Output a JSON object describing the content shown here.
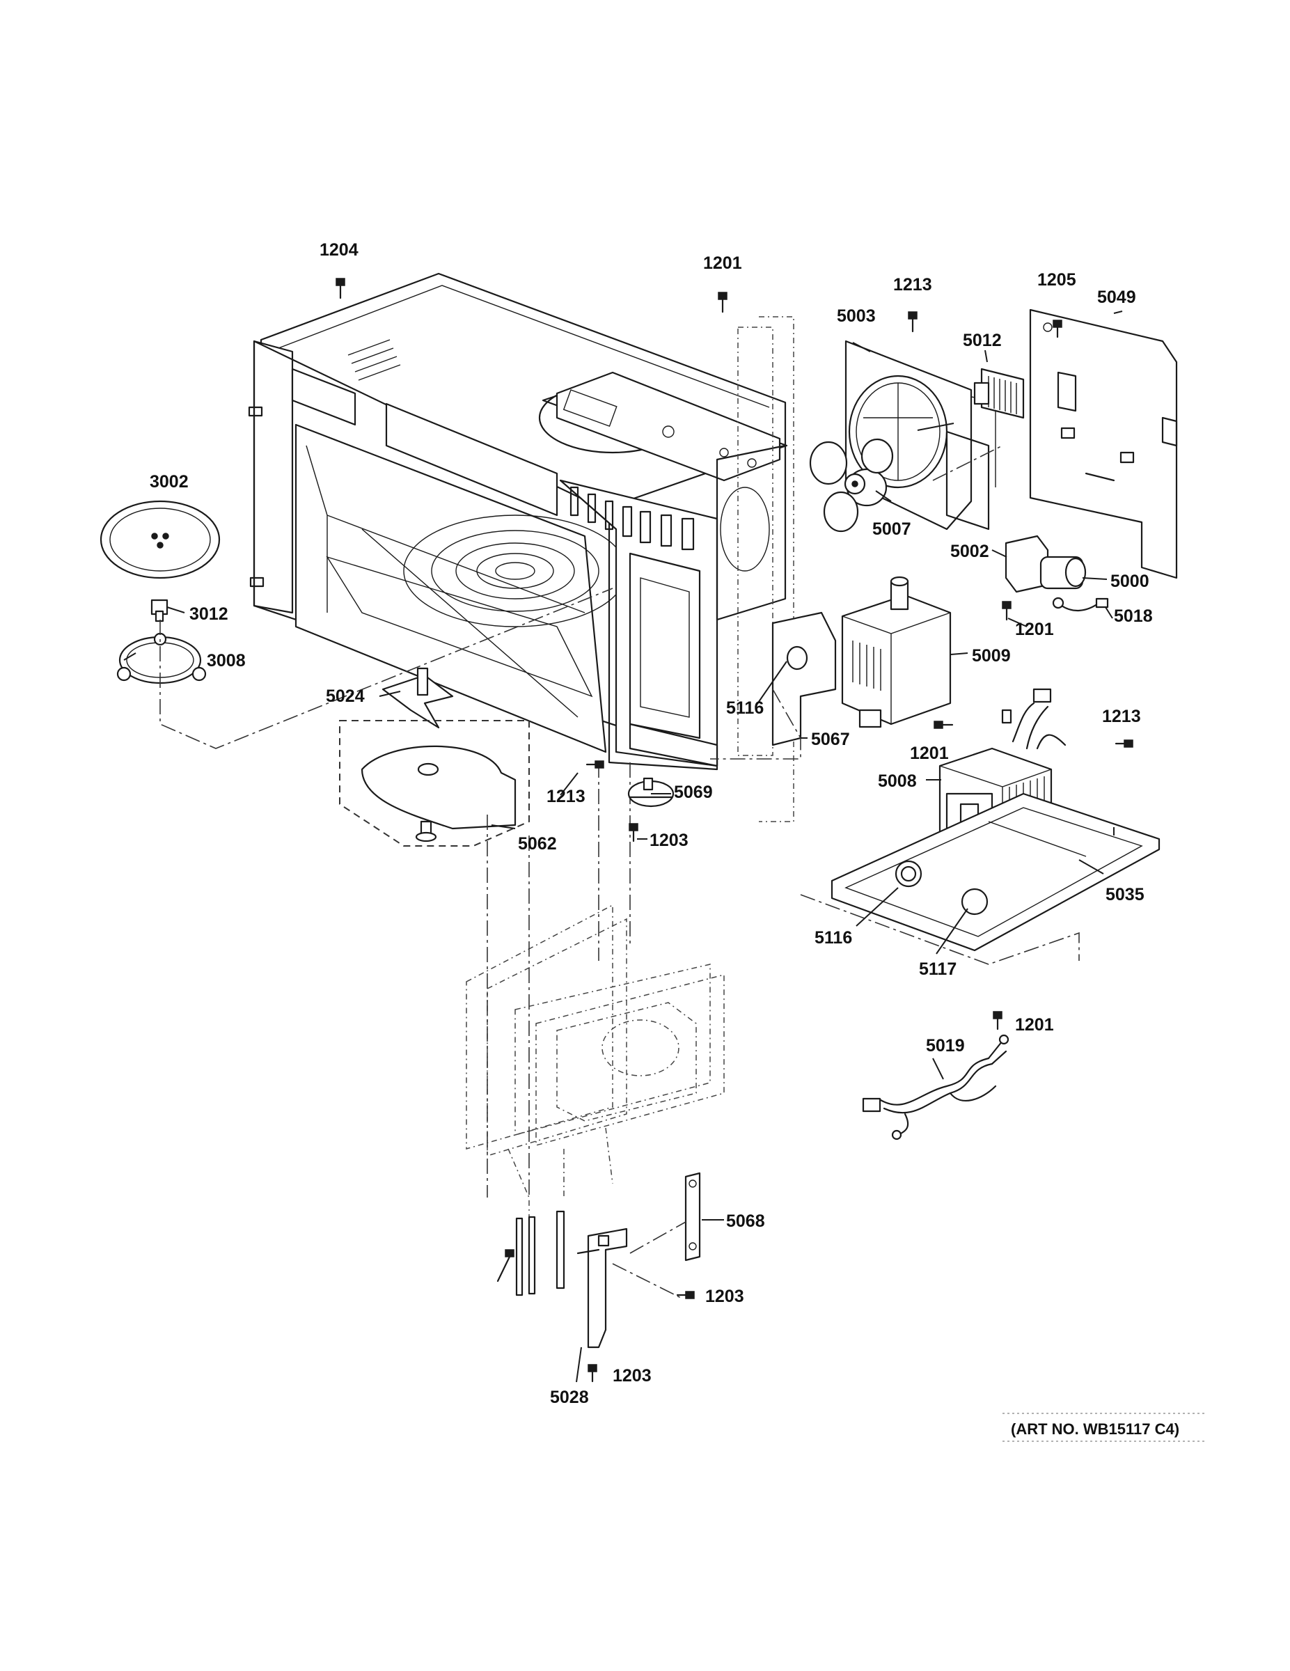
{
  "labels": {
    "l1204": "1204",
    "l1201a": "1201",
    "l1213a": "1213",
    "l1205": "1205",
    "l5049": "5049",
    "l5003": "5003",
    "l5012": "5012",
    "l3002": "3002",
    "l3012": "3012",
    "l3008": "3008",
    "l5007": "5007",
    "l5002": "5002",
    "l5000": "5000",
    "l5018": "5018",
    "l1201b": "1201",
    "l5009": "5009",
    "l5024": "5024",
    "l5116a": "5116",
    "l5067": "5067",
    "l1201c": "1201",
    "l1213b": "1213",
    "l5008": "5008",
    "l1213c": "1213",
    "l5069": "5069",
    "l5062": "5062",
    "l1203a": "1203",
    "l5035": "5035",
    "l5116b": "5116",
    "l5117": "5117",
    "l1201d": "1201",
    "l5019": "5019",
    "l5068": "5068",
    "l1203b": "1203",
    "l1203c": "1203",
    "l5028": "5028"
  },
  "art_number": "(ART NO. WB15117 C4)"
}
